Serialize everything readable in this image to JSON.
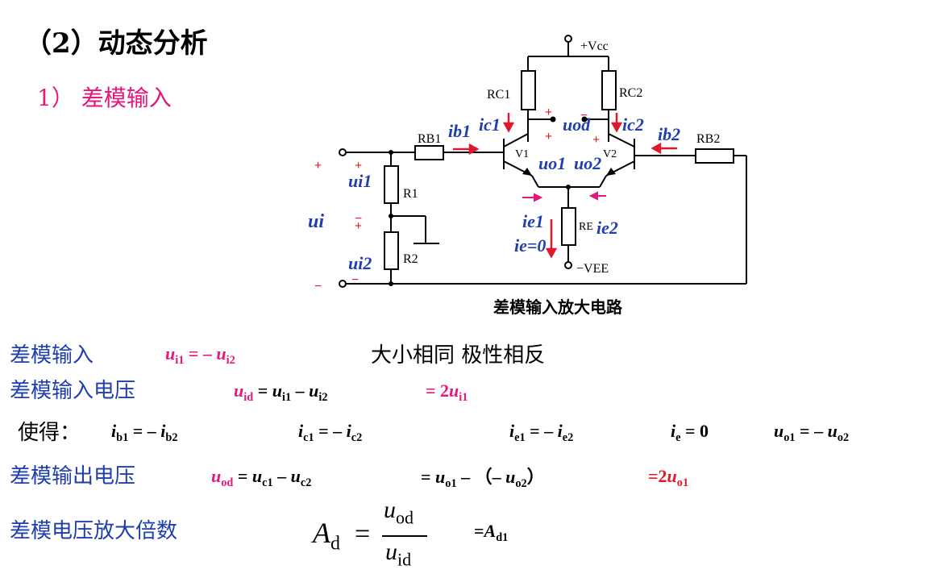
{
  "title": "（2）动态分析",
  "subtitle": "1） 差模输入",
  "circuit": {
    "caption": "差模输入放大电路",
    "labels": {
      "vcc": "+Vcc",
      "vee": "−VEE",
      "rc1": "RC1",
      "rc2": "RC2",
      "rb1": "RB1",
      "rb2": "RB2",
      "r1": "R1",
      "r2": "R2",
      "re": "RE",
      "v1": "V1",
      "v2": "V2",
      "ui": "ui",
      "ui1": "ui1",
      "ui2": "ui2",
      "ib1": "ib1",
      "ib2": "ib2",
      "ic1": "ic1",
      "ic2": "ic2",
      "ie1": "ie1",
      "ie2": "ie2",
      "ie0": "ie=0",
      "uod": "uod",
      "uo1": "uo1",
      "uo2": "uo2"
    }
  },
  "rows": {
    "diff_input_label": "差模输入",
    "diff_input_desc": "大小相同 极性相反",
    "diff_voltage_label": "差模输入电压",
    "make_label": "使得：",
    "diff_output_label": "差模输出电压",
    "gain_label": "差模电压放大倍数"
  },
  "colors": {
    "blue": "#1f3fae",
    "pink": "#e4177a",
    "red": "#e0182b",
    "wire": "#000000"
  }
}
